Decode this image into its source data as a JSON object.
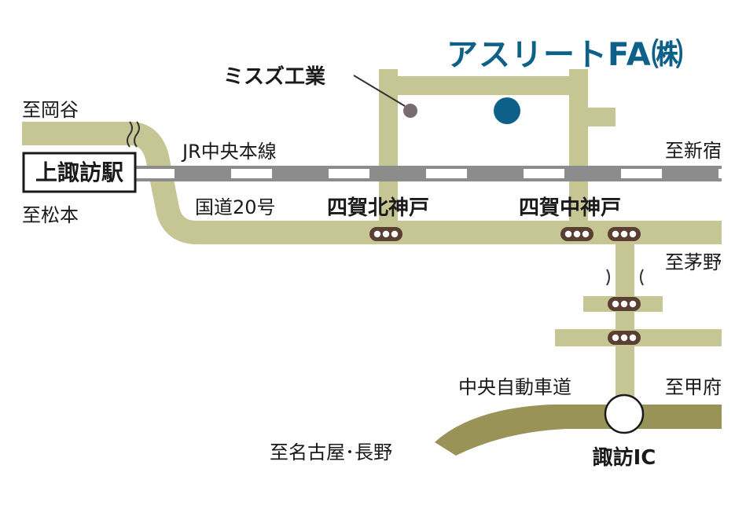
{
  "colors": {
    "local_road": "#c6c594",
    "expressway": "#9a9357",
    "rail_dark": "#8c8c8c",
    "rail_light": "#ffffff",
    "company_marker": "#0d6088",
    "neighbor_marker": "#7a6b6f",
    "signal_body": "#5a3f33",
    "title_text": "#0d6088"
  },
  "title": "アスリートFA㈱",
  "labels": {
    "mizusu": "ミスズ工業",
    "to_okaya": "至岡谷",
    "station": "上諏訪駅",
    "to_matsumoto": "至松本",
    "jr_line": "JR中央本線",
    "to_shinjuku": "至新宿",
    "route20": "国道20号",
    "yoga_kitagoudo": "四賀北神戸",
    "yoga_nakagoudo": "四賀中神戸",
    "to_chino": "至茅野",
    "expressway": "中央自動車道",
    "to_kofu": "至甲府",
    "to_nagoya_nagano": "至名古屋･長野",
    "suwa_ic": "諏訪IC"
  },
  "icons": {
    "traffic_signal": "traffic-signal-icon",
    "interchange": "interchange-circle-icon",
    "road_break": "road-break-icon"
  }
}
